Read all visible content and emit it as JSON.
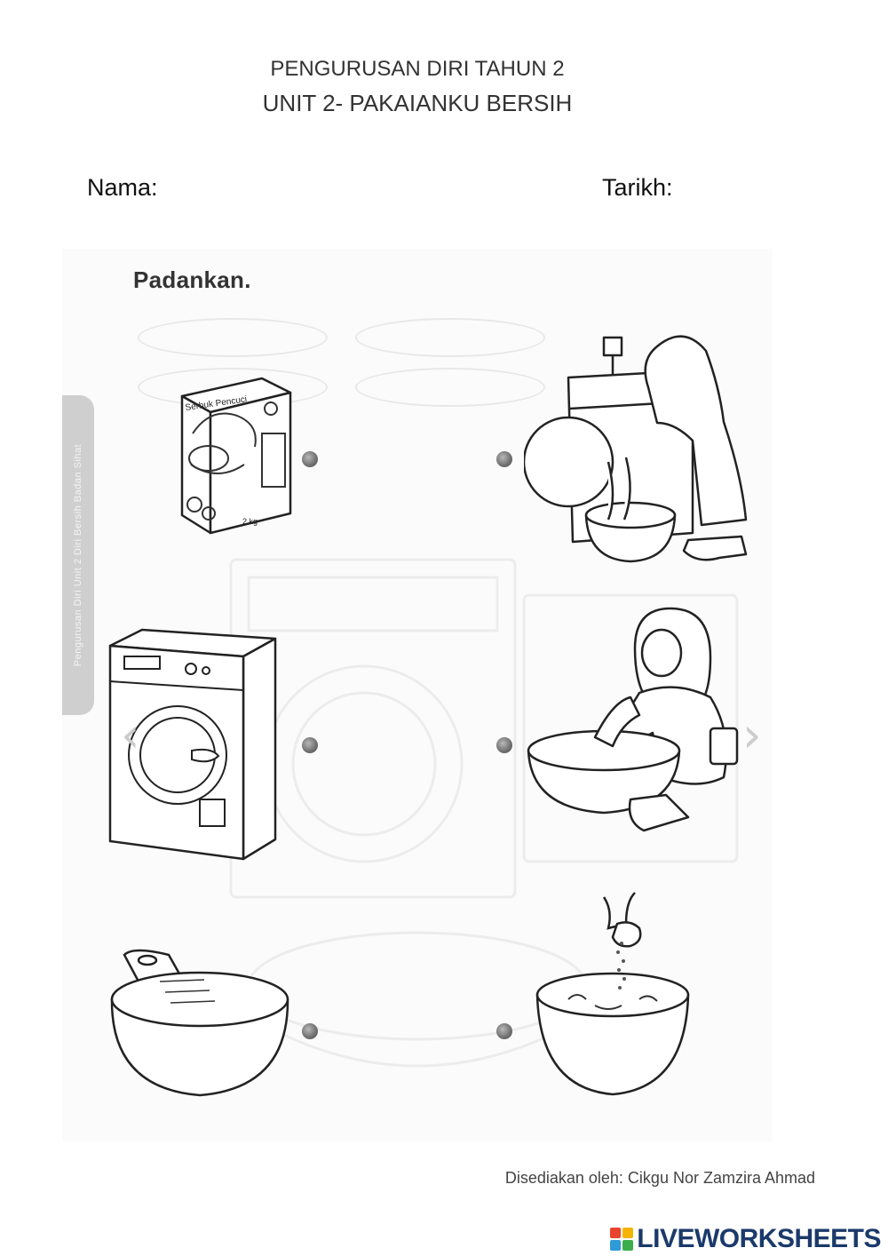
{
  "header": {
    "title_line1": "PENGURUSAN DIRI TAHUN 2",
    "title_line2": "UNIT 2- PAKAIANKU BERSIH"
  },
  "form": {
    "name_label": "Nama:",
    "date_label": "Tarikh:"
  },
  "worksheet": {
    "instruction": "Padankan.",
    "side_tab": "Pengurusan Diri   Unit 2   Diri Bersih Badan Sihat",
    "detergent_box_text": "Serbuk Pencuci",
    "detergent_weight": "2 kg"
  },
  "footer": {
    "credit": "Disediakan oleh: Cikgu Nor Zamzira Ahmad",
    "brand": "LIVEWORKSHEETS"
  },
  "icons": {
    "prev": "chevron-left-icon",
    "next": "chevron-right-icon"
  },
  "colors": {
    "brand": "#1b3a6b",
    "dot": "#7a7a7a"
  }
}
